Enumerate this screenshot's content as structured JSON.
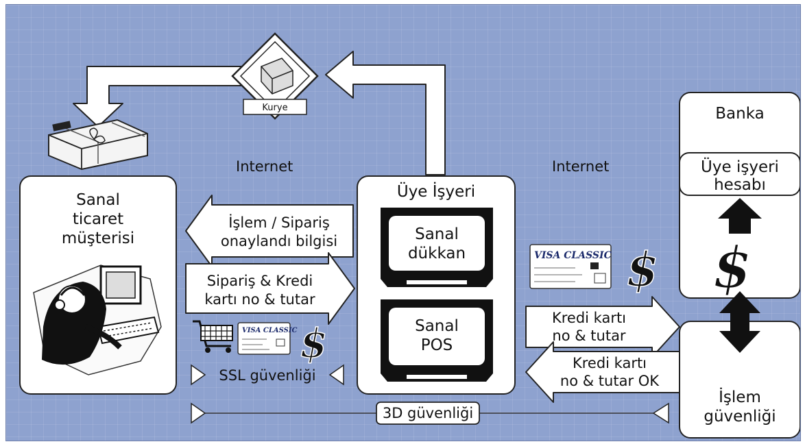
{
  "courier": {
    "label": "Kurye"
  },
  "internet_left": "Internet",
  "internet_right": "Internet",
  "customer": {
    "lines": [
      "Sanal",
      "ticaret",
      "müşterisi"
    ]
  },
  "merchant": {
    "title": "Üye İşyeri",
    "shop": [
      "Sanal",
      "dükkan"
    ],
    "pos": [
      "Sanal",
      "POS"
    ]
  },
  "bank": {
    "title": "Banka",
    "account": [
      "Üye işyeri",
      "hesabı"
    ],
    "security": [
      "İşlem",
      "güvenliği"
    ]
  },
  "arrows": {
    "approval": [
      "İşlem / Sipariş",
      "onaylandı bilgisi"
    ],
    "order": [
      "Sipariş & Kredi",
      "kartı no & tutar"
    ],
    "card_to_bank": [
      "Kredi  kartı",
      "no & tutar"
    ],
    "card_ok": [
      "Kredi kartı",
      "no & tutar OK"
    ]
  },
  "ssl": "SSL güvenliği",
  "secure3d": "3D güvenliği",
  "visa_card": "VISA CLASSIC",
  "currency_symbol": "$",
  "colors": {
    "background": "#8ea2cf",
    "box": "#ffffff",
    "stroke": "#222222"
  }
}
